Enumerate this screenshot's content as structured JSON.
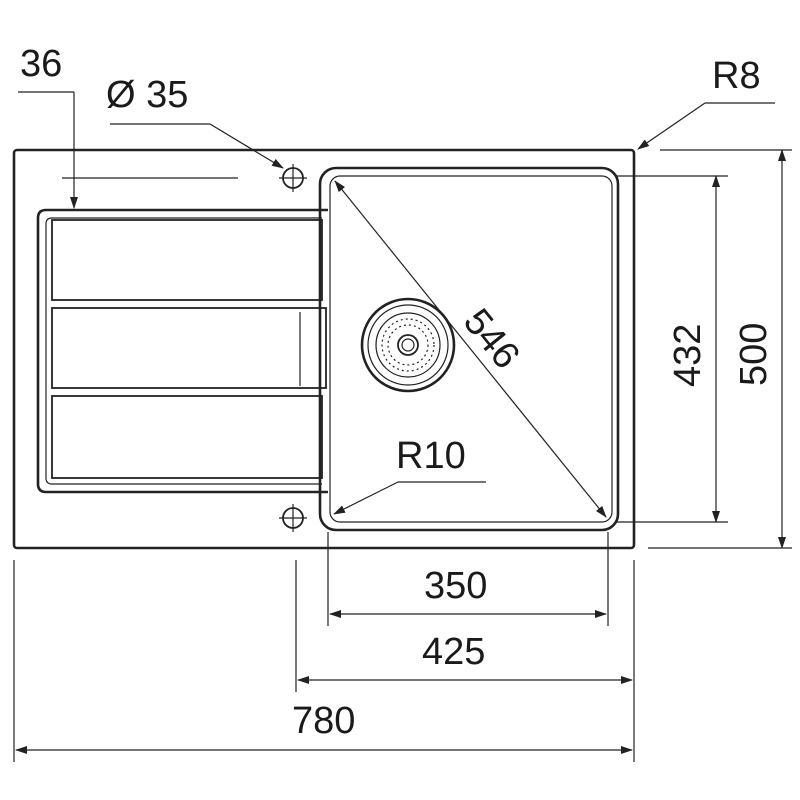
{
  "drawing": {
    "type": "technical-drawing",
    "subject": "kitchen sink with drainer",
    "line_color": "#222222",
    "background": "#ffffff",
    "dimensions": {
      "drainer_offset": "36",
      "tap_hole": "Ø 35",
      "corner_radius_outer": "R8",
      "bowl_diagonal": "546",
      "bowl_depth": "432",
      "overall_depth": "500",
      "bowl_corner_radius": "R10",
      "bowl_width": "350",
      "bowl_section_width": "425",
      "overall_width": "780"
    }
  }
}
